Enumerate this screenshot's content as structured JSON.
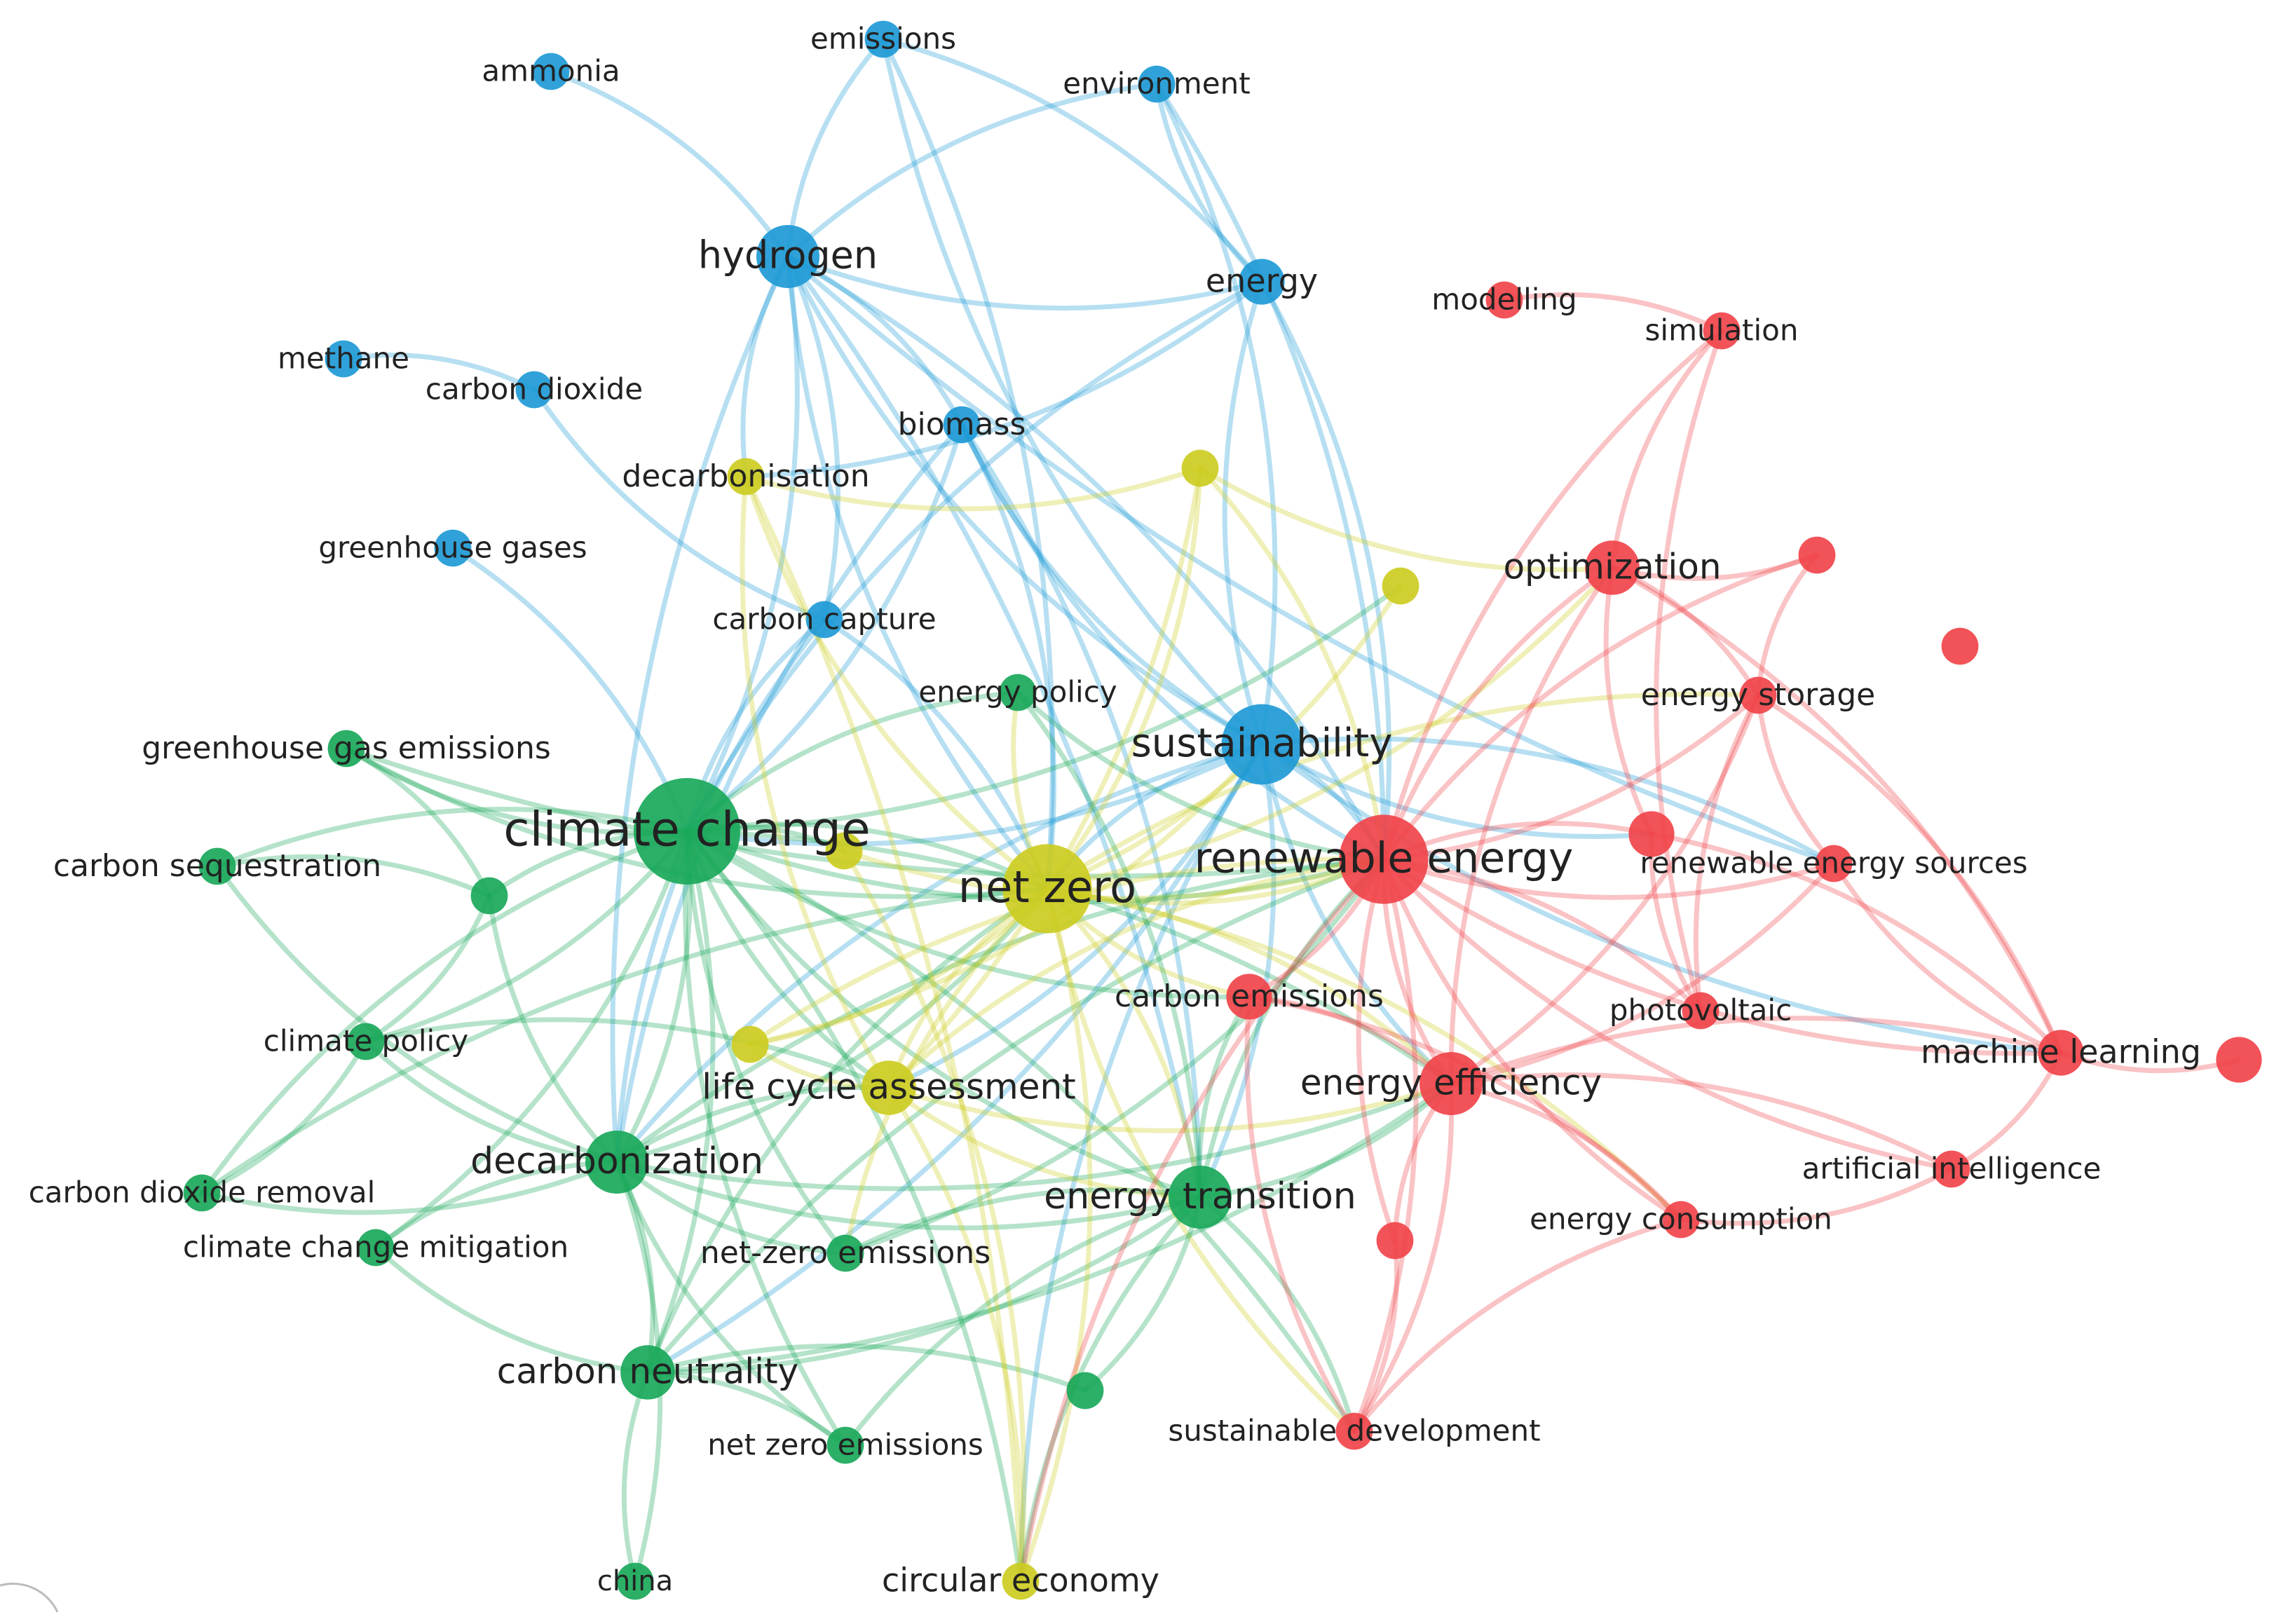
{
  "colors": {
    "red": "#f0444a",
    "green": "#1aa85a",
    "blue": "#1e9ad6",
    "yellow": "#cccc22",
    "background": "#ffffff",
    "label": "#222222"
  },
  "nodes": [
    {
      "id": "climate_change",
      "label": "climate change",
      "cluster": "green",
      "weight": 10
    },
    {
      "id": "net_zero",
      "label": "net zero",
      "cluster": "yellow",
      "weight": 8
    },
    {
      "id": "renewable_energy",
      "label": "renewable energy",
      "cluster": "red",
      "weight": 8
    },
    {
      "id": "sustainability",
      "label": "sustainability",
      "cluster": "blue",
      "weight": 7
    },
    {
      "id": "hydrogen",
      "label": "hydrogen",
      "cluster": "blue",
      "weight": 5
    },
    {
      "id": "decarbonization",
      "label": "decarbonization",
      "cluster": "green",
      "weight": 5
    },
    {
      "id": "energy_transition",
      "label": "energy transition",
      "cluster": "green",
      "weight": 5
    },
    {
      "id": "carbon_neutrality",
      "label": "carbon neutrality",
      "cluster": "green",
      "weight": 4
    },
    {
      "id": "energy_efficiency",
      "label": "energy efficiency",
      "cluster": "red",
      "weight": 5
    },
    {
      "id": "life_cycle_assessment",
      "label": "life cycle assessment",
      "cluster": "yellow",
      "weight": 4
    },
    {
      "id": "optimization",
      "label": "optimization",
      "cluster": "red",
      "weight": 4
    },
    {
      "id": "machine_learning",
      "label": "machine learning",
      "cluster": "red",
      "weight": 3
    },
    {
      "id": "energy",
      "label": "energy",
      "cluster": "blue",
      "weight": 3
    },
    {
      "id": "carbon_emissions",
      "label": "carbon emissions",
      "cluster": "red",
      "weight": 3
    },
    {
      "id": "net_zero_emissions_hyphen",
      "label": "net-zero emissions",
      "cluster": "green",
      "weight": 2
    },
    {
      "id": "biomass",
      "label": "biomass",
      "cluster": "blue",
      "weight": 2
    },
    {
      "id": "decarbonisation",
      "label": "decarbonisation",
      "cluster": "yellow",
      "weight": 2
    },
    {
      "id": "energy_storage",
      "label": "energy storage",
      "cluster": "red",
      "weight": 2
    },
    {
      "id": "greenhouse_gas_emissions",
      "label": "greenhouse gas emissions",
      "cluster": "green",
      "weight": 2
    },
    {
      "id": "carbon_sequestration",
      "label": "carbon sequestration",
      "cluster": "green",
      "weight": 2
    },
    {
      "id": "emissions",
      "label": "emissions",
      "cluster": "blue",
      "weight": 2
    },
    {
      "id": "environment",
      "label": "environment",
      "cluster": "blue",
      "weight": 2
    },
    {
      "id": "ammonia",
      "label": "ammonia",
      "cluster": "blue",
      "weight": 2
    },
    {
      "id": "methane",
      "label": "methane",
      "cluster": "blue",
      "weight": 2
    },
    {
      "id": "carbon_dioxide",
      "label": "carbon dioxide",
      "cluster": "blue",
      "weight": 2
    },
    {
      "id": "greenhouse_gases",
      "label": "greenhouse gases",
      "cluster": "blue",
      "weight": 2
    },
    {
      "id": "carbon_capture",
      "label": "carbon capture",
      "cluster": "blue",
      "weight": 2
    },
    {
      "id": "energy_policy",
      "label": "energy policy",
      "cluster": "green",
      "weight": 2
    },
    {
      "id": "modelling",
      "label": "modelling",
      "cluster": "red",
      "weight": 2
    },
    {
      "id": "simulation",
      "label": "simulation",
      "cluster": "red",
      "weight": 2
    },
    {
      "id": "renewable_energy_sources",
      "label": "renewable energy sources",
      "cluster": "red",
      "weight": 2
    },
    {
      "id": "photovoltaic",
      "label": "photovoltaic",
      "cluster": "red",
      "weight": 2
    },
    {
      "id": "artificial_intelligence",
      "label": "artificial intelligence",
      "cluster": "red",
      "weight": 2
    },
    {
      "id": "energy_consumption",
      "label": "energy consumption",
      "cluster": "red",
      "weight": 2
    },
    {
      "id": "sustainable_development",
      "label": "sustainable development",
      "cluster": "red",
      "weight": 2
    },
    {
      "id": "climate_policy",
      "label": "climate policy",
      "cluster": "green",
      "weight": 2
    },
    {
      "id": "carbon_dioxide_removal",
      "label": "carbon dioxide removal",
      "cluster": "green",
      "weight": 2
    },
    {
      "id": "climate_change_mitigation",
      "label": "climate change mitigation",
      "cluster": "green",
      "weight": 2
    },
    {
      "id": "net_zero_emissions",
      "label": "net zero emissions",
      "cluster": "green",
      "weight": 2
    },
    {
      "id": "china",
      "label": "china",
      "cluster": "green",
      "weight": 2
    },
    {
      "id": "circular_economy",
      "label": "circular economy",
      "cluster": "yellow",
      "weight": 2
    },
    {
      "id": "u_yellow_1",
      "label": "",
      "cluster": "yellow",
      "weight": 2
    },
    {
      "id": "u_yellow_2",
      "label": "",
      "cluster": "yellow",
      "weight": 2
    },
    {
      "id": "u_yellow_3",
      "label": "",
      "cluster": "yellow",
      "weight": 2
    },
    {
      "id": "u_yellow_4",
      "label": "",
      "cluster": "yellow",
      "weight": 2
    },
    {
      "id": "u_green_1",
      "label": "",
      "cluster": "green",
      "weight": 2
    },
    {
      "id": "u_green_2",
      "label": "",
      "cluster": "green",
      "weight": 2
    },
    {
      "id": "u_red_1",
      "label": "",
      "cluster": "red",
      "weight": 2
    },
    {
      "id": "u_red_2",
      "label": "",
      "cluster": "red",
      "weight": 2
    },
    {
      "id": "u_red_3",
      "label": "",
      "cluster": "red",
      "weight": 3
    },
    {
      "id": "u_red_4",
      "label": "",
      "cluster": "red",
      "weight": 2
    },
    {
      "id": "u_red_5",
      "label": "",
      "cluster": "red",
      "weight": 3
    }
  ],
  "links": [
    [
      "ammonia",
      "hydrogen"
    ],
    [
      "emissions",
      "hydrogen"
    ],
    [
      "emissions",
      "energy"
    ],
    [
      "emissions",
      "sustainability"
    ],
    [
      "emissions",
      "net_zero"
    ],
    [
      "environment",
      "energy"
    ],
    [
      "environment",
      "sustainability"
    ],
    [
      "environment",
      "hydrogen"
    ],
    [
      "environment",
      "renewable_energy"
    ],
    [
      "hydrogen",
      "energy"
    ],
    [
      "hydrogen",
      "biomass"
    ],
    [
      "hydrogen",
      "sustainability"
    ],
    [
      "hydrogen",
      "climate_change"
    ],
    [
      "hydrogen",
      "decarbonisation"
    ],
    [
      "hydrogen",
      "carbon_capture"
    ],
    [
      "hydrogen",
      "net_zero"
    ],
    [
      "hydrogen",
      "renewable_energy"
    ],
    [
      "hydrogen",
      "decarbonization"
    ],
    [
      "hydrogen",
      "energy_transition"
    ],
    [
      "hydrogen",
      "renewable_energy_sources"
    ],
    [
      "methane",
      "carbon_dioxide"
    ],
    [
      "carbon_dioxide",
      "carbon_capture"
    ],
    [
      "greenhouse_gases",
      "climate_change"
    ],
    [
      "energy",
      "sustainability"
    ],
    [
      "energy",
      "renewable_energy"
    ],
    [
      "energy",
      "climate_change"
    ],
    [
      "energy",
      "decarbonisation"
    ],
    [
      "biomass",
      "sustainability"
    ],
    [
      "biomass",
      "climate_change"
    ],
    [
      "biomass",
      "renewable_energy"
    ],
    [
      "biomass",
      "net_zero"
    ],
    [
      "biomass",
      "decarbonization"
    ],
    [
      "biomass",
      "energy_transition"
    ],
    [
      "carbon_capture",
      "climate_change"
    ],
    [
      "carbon_capture",
      "net_zero"
    ],
    [
      "carbon_capture",
      "decarbonization"
    ],
    [
      "sustainability",
      "climate_change"
    ],
    [
      "sustainability",
      "net_zero"
    ],
    [
      "sustainability",
      "renewable_energy"
    ],
    [
      "sustainability",
      "energy_efficiency"
    ],
    [
      "sustainability",
      "life_cycle_assessment"
    ],
    [
      "sustainability",
      "decarbonization"
    ],
    [
      "sustainability",
      "energy_transition"
    ],
    [
      "sustainability",
      "u_red_3"
    ],
    [
      "sustainability",
      "renewable_energy_sources"
    ],
    [
      "sustainability",
      "machine_learning"
    ],
    [
      "sustainability",
      "carbon_neutrality"
    ],
    [
      "sustainability",
      "circular_economy"
    ],
    [
      "climate_change",
      "net_zero"
    ],
    [
      "climate_change",
      "renewable_energy"
    ],
    [
      "climate_change",
      "decarbonization"
    ],
    [
      "climate_change",
      "energy_transition"
    ],
    [
      "climate_change",
      "carbon_neutrality"
    ],
    [
      "climate_change",
      "life_cycle_assessment"
    ],
    [
      "climate_change",
      "greenhouse_gas_emissions"
    ],
    [
      "climate_change",
      "carbon_sequestration"
    ],
    [
      "climate_change",
      "climate_policy"
    ],
    [
      "climate_change",
      "carbon_dioxide_removal"
    ],
    [
      "climate_change",
      "climate_change_mitigation"
    ],
    [
      "climate_change",
      "net_zero_emissions_hyphen"
    ],
    [
      "climate_change",
      "energy_policy"
    ],
    [
      "climate_change",
      "u_green_1"
    ],
    [
      "climate_change",
      "energy_efficiency"
    ],
    [
      "climate_change",
      "carbon_emissions"
    ],
    [
      "climate_change",
      "u_yellow_3"
    ],
    [
      "climate_change",
      "u_yellow_2"
    ],
    [
      "climate_change",
      "circular_economy"
    ],
    [
      "climate_change",
      "net_zero_emissions"
    ],
    [
      "climate_change",
      "sustainable_development"
    ],
    [
      "greenhouse_gas_emissions",
      "net_zero"
    ],
    [
      "greenhouse_gas_emissions",
      "u_green_1"
    ],
    [
      "greenhouse_gas_emissions",
      "renewable_energy"
    ],
    [
      "carbon_sequestration",
      "u_green_1"
    ],
    [
      "carbon_sequestration",
      "decarbonization"
    ],
    [
      "u_green_1",
      "climate_policy"
    ],
    [
      "u_green_1",
      "decarbonization"
    ],
    [
      "climate_policy",
      "carbon_dioxide_removal"
    ],
    [
      "climate_policy",
      "decarbonization"
    ],
    [
      "climate_policy",
      "life_cycle_assessment"
    ],
    [
      "carbon_dioxide_removal",
      "decarbonization"
    ],
    [
      "carbon_dioxide_removal",
      "net_zero"
    ],
    [
      "climate_change_mitigation",
      "carbon_neutrality"
    ],
    [
      "climate_change_mitigation",
      "decarbonization"
    ],
    [
      "decarbonization",
      "net_zero"
    ],
    [
      "decarbonization",
      "carbon_neutrality"
    ],
    [
      "decarbonization",
      "energy_transition"
    ],
    [
      "decarbonization",
      "renewable_energy"
    ],
    [
      "decarbonization",
      "net_zero_emissions_hyphen"
    ],
    [
      "decarbonization",
      "life_cycle_assessment"
    ],
    [
      "decarbonization",
      "energy_efficiency"
    ],
    [
      "decarbonization",
      "china"
    ],
    [
      "decarbonization",
      "net_zero_emissions"
    ],
    [
      "carbon_neutrality",
      "renewable_energy"
    ],
    [
      "carbon_neutrality",
      "energy_transition"
    ],
    [
      "carbon_neutrality",
      "net_zero_emissions"
    ],
    [
      "carbon_neutrality",
      "china"
    ],
    [
      "carbon_neutrality",
      "u_green_2"
    ],
    [
      "carbon_neutrality",
      "energy_efficiency"
    ],
    [
      "carbon_neutrality",
      "net_zero"
    ],
    [
      "net_zero",
      "renewable_energy"
    ],
    [
      "net_zero",
      "energy_transition"
    ],
    [
      "net_zero",
      "life_cycle_assessment"
    ],
    [
      "net_zero",
      "energy_efficiency"
    ],
    [
      "net_zero",
      "carbon_emissions"
    ],
    [
      "net_zero",
      "decarbonisation"
    ],
    [
      "net_zero",
      "u_yellow_1"
    ],
    [
      "net_zero",
      "u_yellow_4"
    ],
    [
      "net_zero",
      "u_yellow_2"
    ],
    [
      "net_zero",
      "circular_economy"
    ],
    [
      "net_zero",
      "net_zero_emissions_hyphen"
    ],
    [
      "net_zero",
      "energy_policy"
    ],
    [
      "net_zero",
      "optimization"
    ],
    [
      "net_zero",
      "energy_storage"
    ],
    [
      "net_zero",
      "sustainable_development"
    ],
    [
      "net_zero",
      "energy_consumption"
    ],
    [
      "decarbonisation",
      "life_cycle_assessment"
    ],
    [
      "decarbonisation",
      "circular_economy"
    ],
    [
      "decarbonisation",
      "u_yellow_1"
    ],
    [
      "u_yellow_1",
      "renewable_energy"
    ],
    [
      "u_yellow_1",
      "optimization"
    ],
    [
      "u_yellow_1",
      "life_cycle_assessment"
    ],
    [
      "u_yellow_4",
      "life_cycle_assessment"
    ],
    [
      "u_yellow_4",
      "renewable_energy"
    ],
    [
      "u_yellow_4",
      "sustainability"
    ],
    [
      "life_cycle_assessment",
      "renewable_energy"
    ],
    [
      "life_cycle_assessment",
      "energy_transition"
    ],
    [
      "life_cycle_assessment",
      "circular_economy"
    ],
    [
      "life_cycle_assessment",
      "energy_efficiency"
    ],
    [
      "u_yellow_3",
      "circular_economy"
    ],
    [
      "u_yellow_3",
      "renewable_energy"
    ],
    [
      "net_zero_emissions_hyphen",
      "energy_transition"
    ],
    [
      "net_zero_emissions_hyphen",
      "renewable_energy"
    ],
    [
      "energy_policy",
      "energy_transition"
    ],
    [
      "energy_policy",
      "renewable_energy"
    ],
    [
      "energy_transition",
      "renewable_energy"
    ],
    [
      "energy_transition",
      "energy_efficiency"
    ],
    [
      "energy_transition",
      "carbon_emissions"
    ],
    [
      "energy_transition",
      "circular_economy"
    ],
    [
      "energy_transition",
      "u_green_2"
    ],
    [
      "energy_transition",
      "net_zero_emissions"
    ],
    [
      "energy_transition",
      "sustainable_development"
    ],
    [
      "renewable_energy",
      "energy_efficiency"
    ],
    [
      "renewable_energy",
      "optimization"
    ],
    [
      "renewable_energy",
      "energy_storage"
    ],
    [
      "renewable_energy",
      "carbon_emissions"
    ],
    [
      "renewable_energy",
      "machine_learning"
    ],
    [
      "renewable_energy",
      "u_red_3"
    ],
    [
      "renewable_energy",
      "renewable_energy_sources"
    ],
    [
      "renewable_energy",
      "photovoltaic"
    ],
    [
      "renewable_energy",
      "energy_consumption"
    ],
    [
      "renewable_energy",
      "sustainable_development"
    ],
    [
      "renewable_energy",
      "u_red_4"
    ],
    [
      "renewable_energy",
      "u_red_1"
    ],
    [
      "renewable_energy",
      "artificial_intelligence"
    ],
    [
      "renewable_energy",
      "simulation"
    ],
    [
      "renewable_energy",
      "circular_economy"
    ],
    [
      "optimization",
      "simulation"
    ],
    [
      "optimization",
      "u_red_1"
    ],
    [
      "optimization",
      "energy_storage"
    ],
    [
      "optimization",
      "energy_efficiency"
    ],
    [
      "optimization",
      "machine_learning"
    ],
    [
      "optimization",
      "u_red_3"
    ],
    [
      "modelling",
      "simulation"
    ],
    [
      "simulation",
      "photovoltaic"
    ],
    [
      "energy_storage",
      "u_red_1"
    ],
    [
      "energy_storage",
      "renewable_energy_sources"
    ],
    [
      "energy_storage",
      "energy_efficiency"
    ],
    [
      "energy_storage",
      "photovoltaic"
    ],
    [
      "energy_storage",
      "machine_learning"
    ],
    [
      "u_red_3",
      "photovoltaic"
    ],
    [
      "u_red_3",
      "machine_learning"
    ],
    [
      "renewable_energy_sources",
      "machine_learning"
    ],
    [
      "renewable_energy_sources",
      "energy_efficiency"
    ],
    [
      "machine_learning",
      "u_red_5"
    ],
    [
      "machine_learning",
      "artificial_intelligence"
    ],
    [
      "machine_learning",
      "energy_efficiency"
    ],
    [
      "artificial_intelligence",
      "energy_consumption"
    ],
    [
      "artificial_intelligence",
      "energy_efficiency"
    ],
    [
      "energy_efficiency",
      "energy_consumption"
    ],
    [
      "energy_efficiency",
      "carbon_emissions"
    ],
    [
      "energy_efficiency",
      "sustainable_development"
    ],
    [
      "energy_efficiency",
      "u_red_4"
    ],
    [
      "carbon_emissions",
      "energy_consumption"
    ],
    [
      "carbon_emissions",
      "sustainable_development"
    ],
    [
      "u_red_4",
      "sustainable_development"
    ],
    [
      "energy_consumption",
      "sustainable_development"
    ]
  ]
}
